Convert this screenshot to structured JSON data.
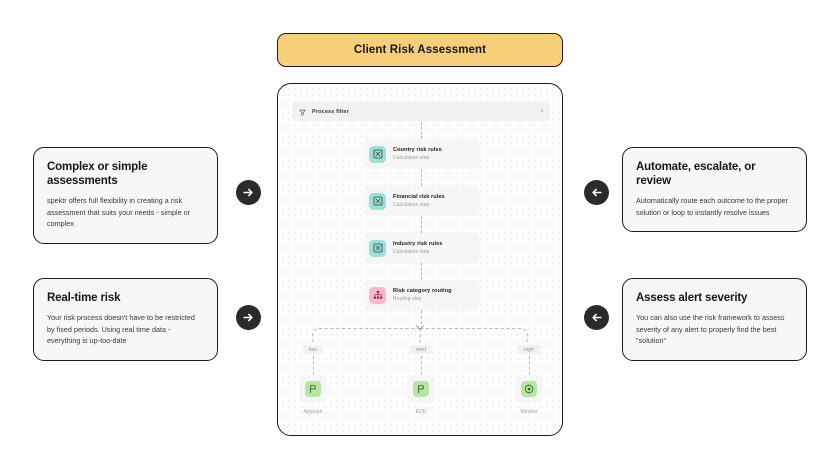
{
  "diagram": {
    "title": "Client Risk Assessment",
    "accent_color": "#F7CE7A",
    "border_color": "#1b1b1b",
    "canvas_bg": "#fdfdfd"
  },
  "filter": {
    "label": "Process filter",
    "icon": "funnel-icon",
    "chevron": "›"
  },
  "flow": {
    "nodes": [
      {
        "title": "Country risk rules",
        "subtitle": "Calculation step",
        "icon": "calculation-icon",
        "icon_color": "#9fded4"
      },
      {
        "title": "Financial risk rules",
        "subtitle": "Calculation step",
        "icon": "calculation-icon",
        "icon_color": "#9fded4"
      },
      {
        "title": "Industry risk rules",
        "subtitle": "Calculation step",
        "icon": "calculation-icon",
        "icon_color": "#9fded4"
      },
      {
        "title": "Risk category routing",
        "subtitle": "Routing step",
        "icon": "routing-icon",
        "icon_color": "#f9b8cd"
      }
    ],
    "branches": [
      {
        "label": "low",
        "outcome": "Approve",
        "icon": "flag-icon",
        "icon_color": "#b8e6a2"
      },
      {
        "label": "med",
        "outcome": "EDD",
        "icon": "flag-icon",
        "icon_color": "#b8e6a2"
      },
      {
        "label": "high",
        "outcome": "Monitor",
        "icon": "target-icon",
        "icon_color": "#b8e6a2"
      }
    ]
  },
  "callouts": {
    "top_left": {
      "heading": "Complex or simple assessments",
      "body": "spektr offers full flexibility in creating a risk assessment that suits your needs - simple or complex",
      "arrow": "arrow-right-icon"
    },
    "bottom_left": {
      "heading": "Real-time risk",
      "body": "Your risk process doesn't have to be restricted by fixed periods. Using real time data - everything is up-too-date",
      "arrow": "arrow-right-icon"
    },
    "top_right": {
      "heading": "Automate, escalate, or review",
      "body": "Automatically route each outcome to the proper solution or loop to instantly resolve issues",
      "arrow": "arrow-left-icon"
    },
    "bottom_right": {
      "heading": "Assess alert severity",
      "body": "You can also use the risk framework to assess severity of any alert to properly find the best \"solution\"",
      "arrow": "arrow-left-icon"
    }
  }
}
